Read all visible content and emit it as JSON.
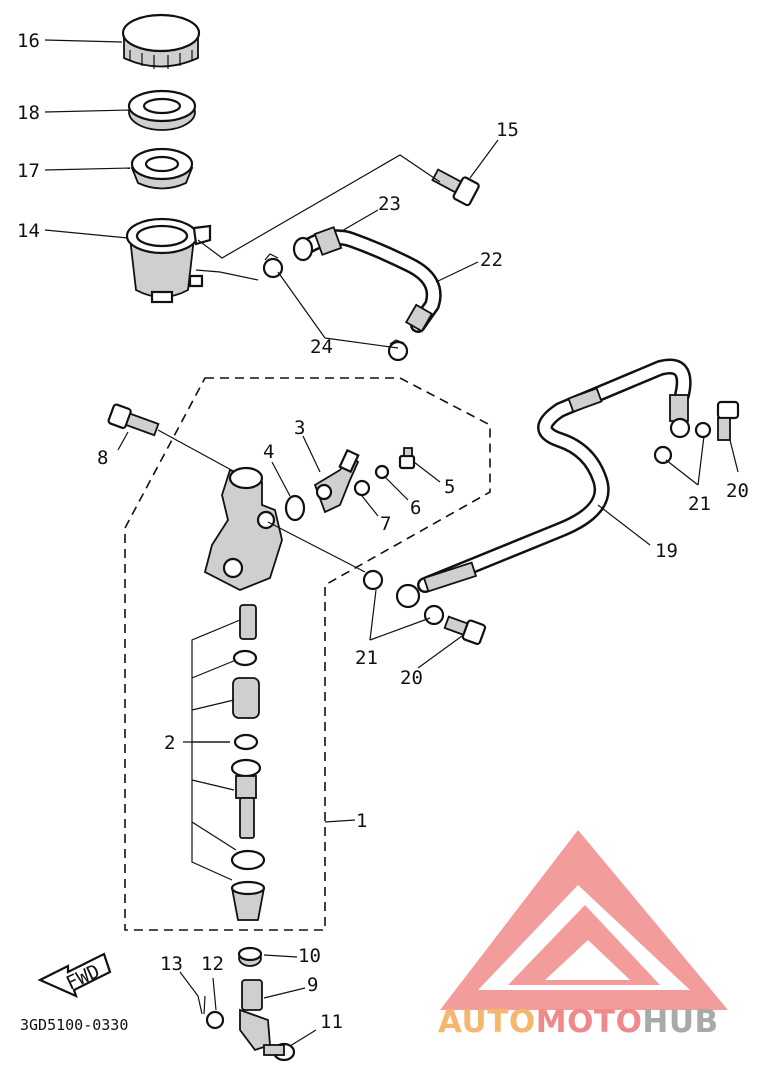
{
  "diagram": {
    "drawing_code": "3GD5100-0330",
    "fwd_label": "FWD",
    "watermark": {
      "part1": "AUTO",
      "part2": "MOTO",
      "part3": "HUB",
      "color_part1": "#f5b76e",
      "color_part2": "#f08a8a",
      "color_part3": "#a9a9a9",
      "logo_color": "#f28b8b"
    },
    "callouts": [
      "16",
      "18",
      "17",
      "14",
      "15",
      "23",
      "22",
      "24",
      "8",
      "4",
      "3",
      "5",
      "6",
      "7",
      "21",
      "20",
      "19",
      "2",
      "1",
      "21",
      "20",
      "10",
      "9",
      "13",
      "12",
      "11"
    ]
  }
}
